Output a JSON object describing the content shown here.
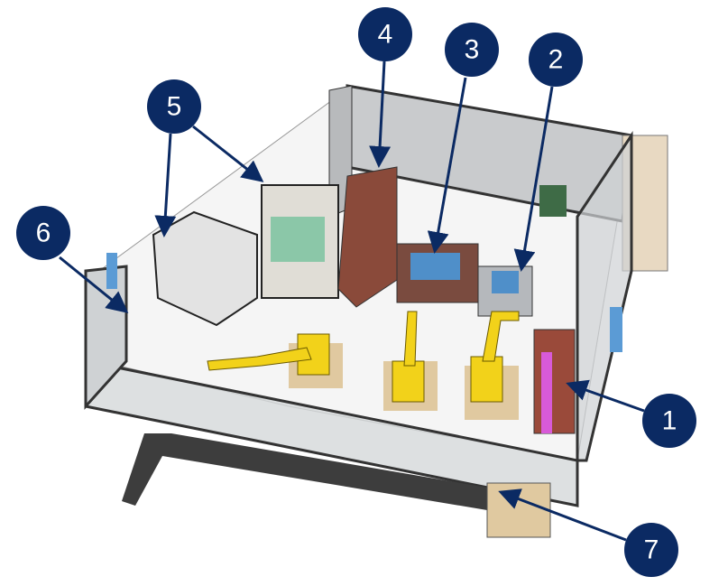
{
  "colors": {
    "callout": "#0b2a63",
    "robot": "#f2d21a",
    "wall": "#3a3a3a",
    "floor": "#f4f4f4"
  },
  "callouts": [
    {
      "label": "1"
    },
    {
      "label": "2"
    },
    {
      "label": "3"
    },
    {
      "label": "4"
    },
    {
      "label": "5"
    },
    {
      "label": "6"
    },
    {
      "label": "7"
    }
  ]
}
